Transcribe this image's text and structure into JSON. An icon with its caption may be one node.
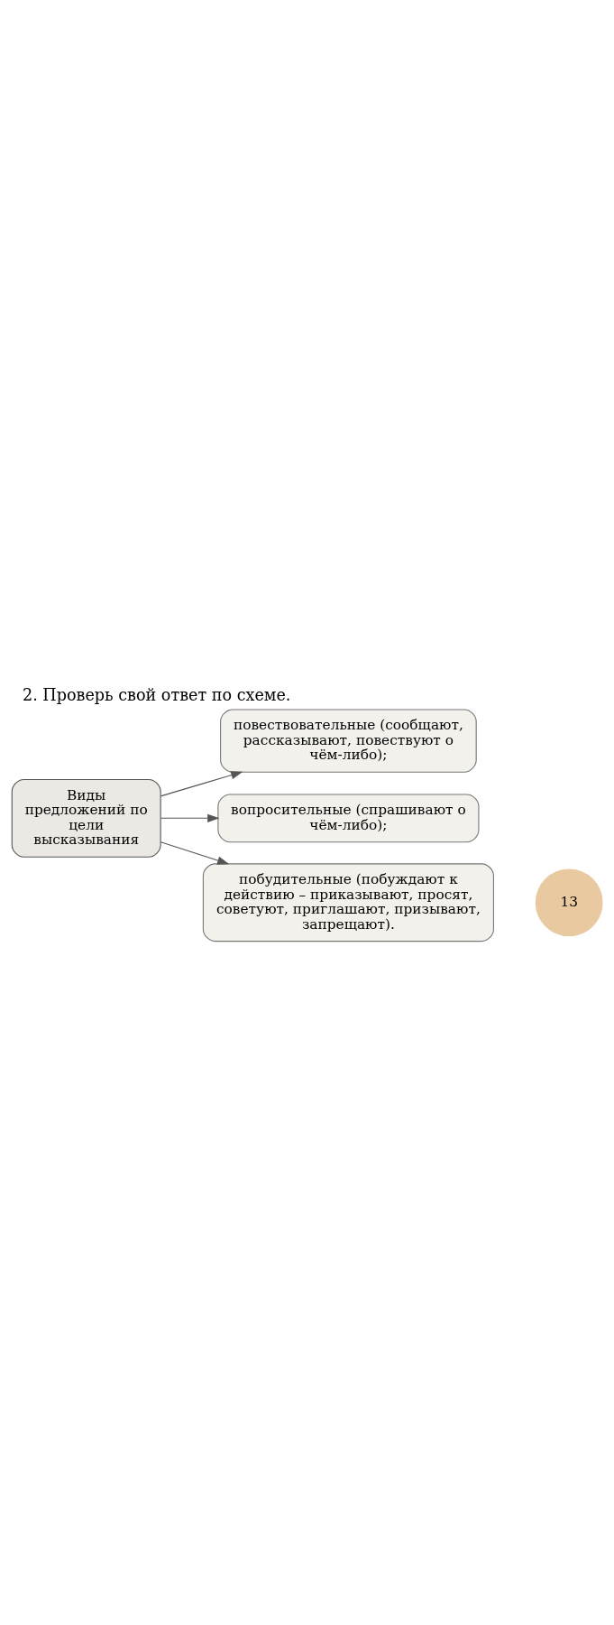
{
  "diagram": {
    "title": "2. Проверь свой ответ по схеме.",
    "nodes": [
      {
        "text": [
          "Виды предложений по цели высказывания"
        ]
      },
      {
        "text": [
          "повествовательные (сообщают, рассказывают, повествуют о чём-либо);"
        ]
      },
      {
        "text": [
          "вопросительные (спрашивают о чём-либо);"
        ]
      },
      {
        "text": [
          "побудительные (побуждают к действию – приказывают, просят, советуют, приглашают, призывают, запрещают)."
        ]
      }
    ],
    "edges": [
      {
        "from": 0,
        "to": 1,
        "arrow": "to"
      },
      {
        "from": 0,
        "to": 2,
        "arrow": "to"
      },
      {
        "from": 0,
        "to": 3,
        "arrow": "to"
      }
    ],
    "labels": [
      "13"
    ]
  }
}
